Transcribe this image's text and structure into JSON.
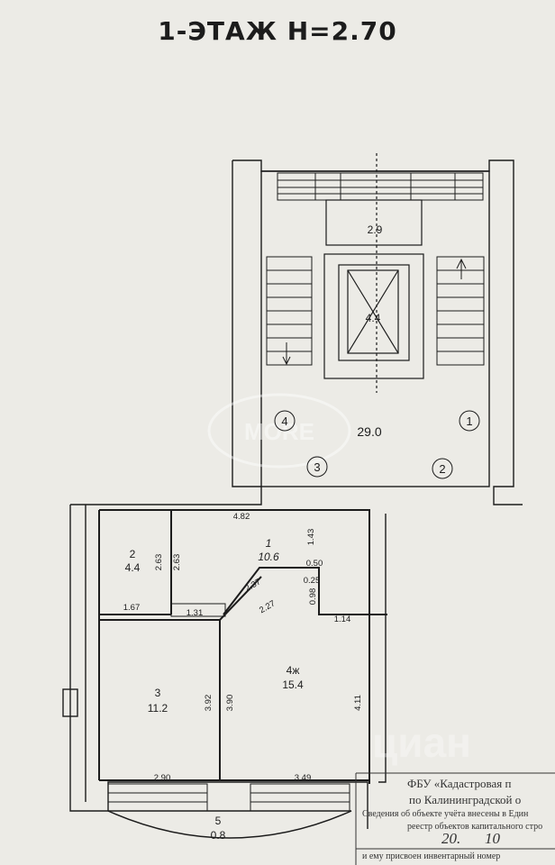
{
  "title": "1-ЭТАЖ  H=2.70",
  "watermark": "MORE",
  "watermark_cian": "циан",
  "stairwell": {
    "upper_landing_area": "2.9",
    "elevator_area": "4.4",
    "hall_area": "29.0",
    "markers": [
      "1",
      "2",
      "3",
      "4"
    ]
  },
  "rooms": [
    {
      "number": "1",
      "area": "10.6"
    },
    {
      "number": "2",
      "area": "4.4"
    },
    {
      "number": "3",
      "area": "11.2"
    },
    {
      "number": "4ж",
      "area": "15.4"
    },
    {
      "number": "5",
      "area": "0.8"
    }
  ],
  "dimensions": {
    "top_width": "4.82",
    "hall_depth": "1.43",
    "room2_h_left": "2.63",
    "room2_h_right": "2.63",
    "room2_width": "1.67",
    "corridor_width": "1.31",
    "diag_outer": "2.37",
    "diag_inner": "2.27",
    "step_width": "0.50",
    "step_small": "0.25",
    "step_depth": "0.98",
    "room4_offset": "1.14",
    "room3_h_left": "3.92",
    "room3_h_right": "3.90",
    "room4_h": "4.11",
    "room3_width": "2.90",
    "room4_width": "3.49"
  },
  "stamp": {
    "line1": "ФБУ  «Кадастровая п",
    "line2": "по Калининградской о",
    "line3": "Сведения об объекте учёта внесены в Един",
    "line4": "реестр объектов капитального стро",
    "day": "20.",
    "month": "10",
    "line5": "и ему присвоен инвентарный номер"
  },
  "colors": {
    "paper": "#ecebe6",
    "ink": "#1c1c1c",
    "wall": "#ffffff"
  }
}
